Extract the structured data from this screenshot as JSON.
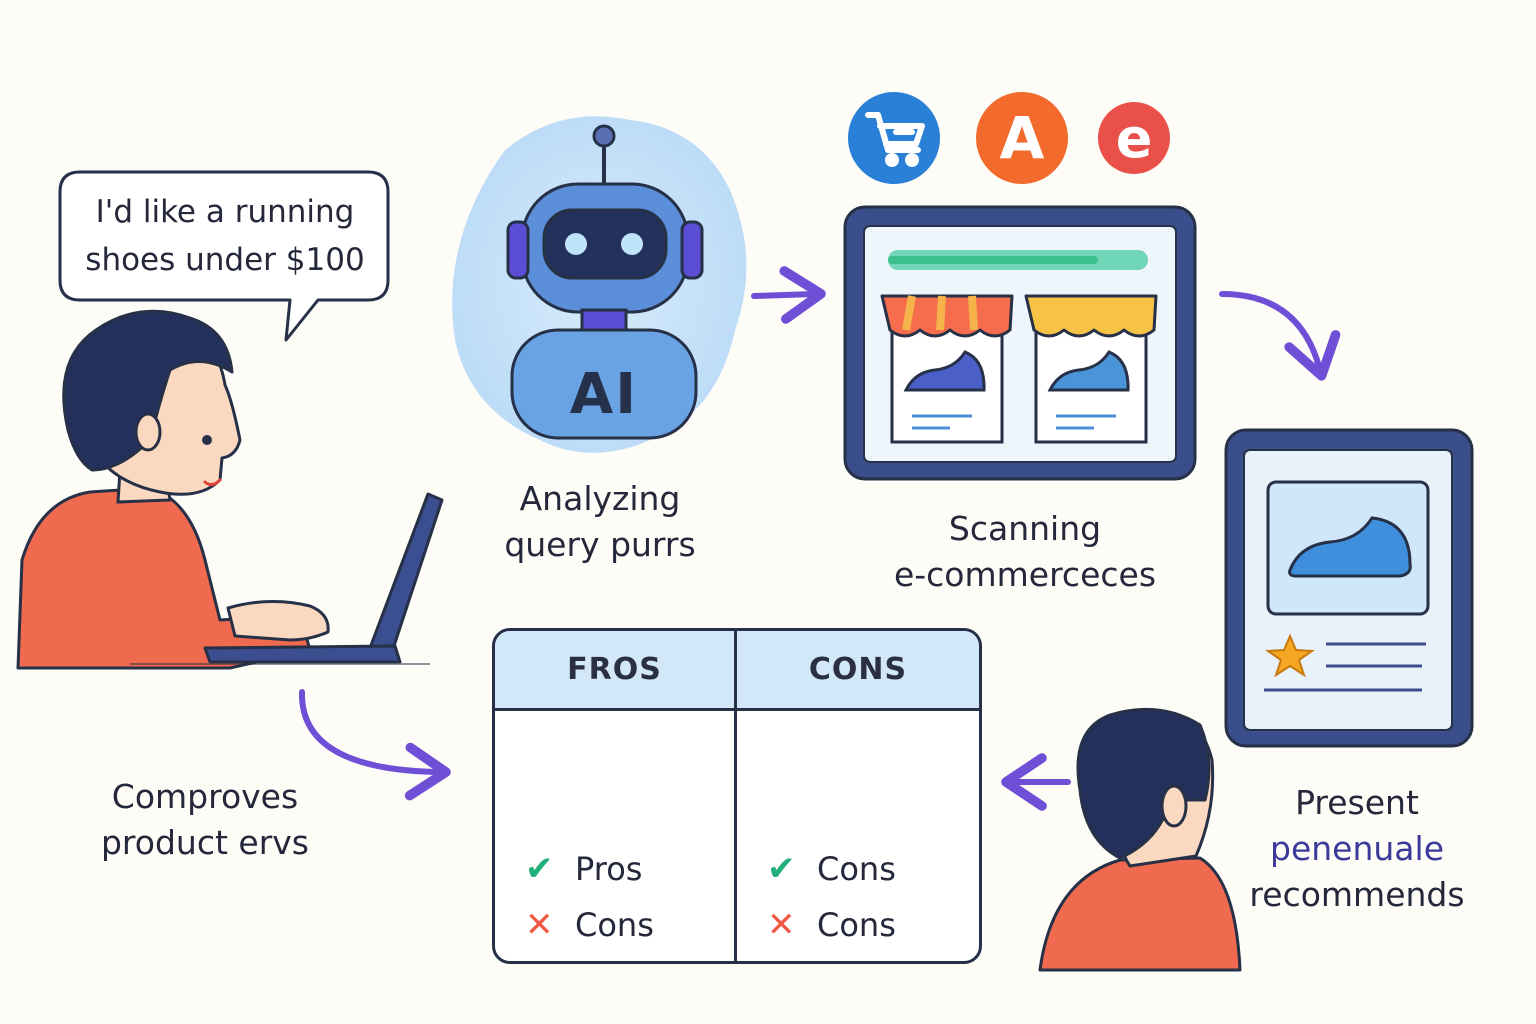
{
  "bubble": {
    "line1": "I'd like a running",
    "line2": "shoes under $100"
  },
  "robot": {
    "badge": "AI"
  },
  "steps": {
    "analyzing": {
      "line1": "Analyzing",
      "line2": "query purrs"
    },
    "scanning": {
      "line1": "Scanning",
      "line2": "e-commerceces"
    },
    "present": {
      "line1": "Present",
      "line2": "penenuale",
      "line3": "recommends"
    },
    "comproves": {
      "line1": "Comproves",
      "line2": "product ervs"
    }
  },
  "store_logos": [
    {
      "icon": "cart-icon",
      "glyph": "",
      "color": "#2a7fd6"
    },
    {
      "icon": "letter-a-logo",
      "glyph": "A",
      "color": "#f26b2d"
    },
    {
      "icon": "letter-e-logo",
      "glyph": "e",
      "color": "#e9504a"
    }
  ],
  "comparison": {
    "left_header": "FROS",
    "right_header": "CONS",
    "left_rows": [
      {
        "mark": "✔",
        "text": "Pros"
      },
      {
        "mark": "✕",
        "text": "Cons"
      }
    ],
    "right_rows": [
      {
        "mark": "✔",
        "text": "Cons"
      },
      {
        "mark": "✕",
        "text": "Cons"
      }
    ]
  },
  "colors": {
    "arrow": "#6f4fd6",
    "outline": "#263047",
    "shirt": "#f06a4f",
    "blue_shoe": "#3f8fdc",
    "red_shoe": "#ea5a4a",
    "star": "#f5a623",
    "ai_glow": "#cfe6fb"
  }
}
